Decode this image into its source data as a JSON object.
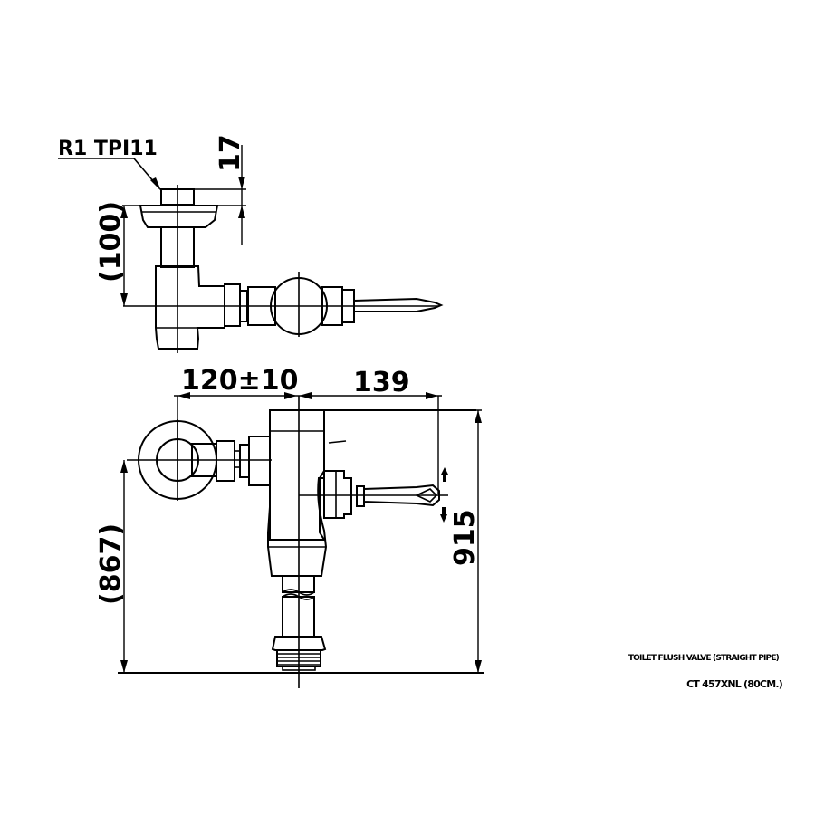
{
  "drawing": {
    "title": "TOILET FLUSH VALVE (STRAIGHT PIPE)",
    "model": "CT 457XNL (80CM.)",
    "colors": {
      "line": "#000000",
      "background": "#ffffff"
    }
  },
  "top_view": {
    "thread_label": "R1 TPI11",
    "dim_top": "17",
    "dim_left": "(100)"
  },
  "front_view": {
    "dim_inlet_offset": "120±10",
    "dim_handle_reach": "139",
    "dim_overall_height": "915",
    "dim_inlet_height": "(867)"
  }
}
